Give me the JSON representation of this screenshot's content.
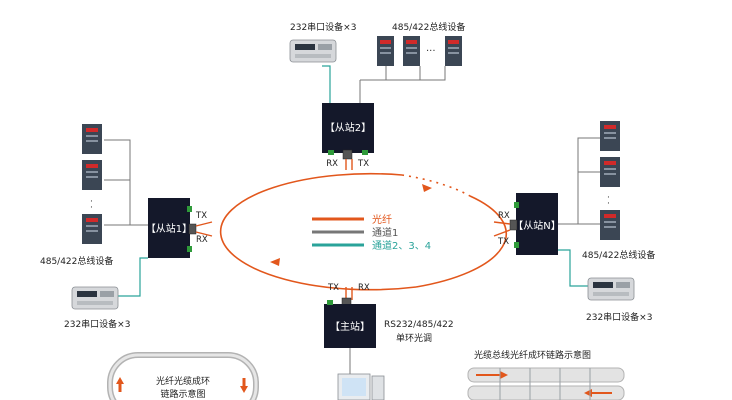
{
  "stations": {
    "slave2": "【从站2】",
    "slave1": "【从站1】",
    "slaveN": "【从站N】",
    "master": "【主站】"
  },
  "ports": {
    "rx": "RX",
    "tx": "TX"
  },
  "devices": {
    "top_rs232": "232串口设备×3",
    "top_rs485": "485/422总线设备",
    "left_rs485": "485/422总线设备",
    "left_rs232": "232串口设备×3",
    "right_rs485": "485/422总线设备",
    "right_rs232": "232串口设备×3"
  },
  "master_info": {
    "line1": "RS232/485/422",
    "line2": "单环光调"
  },
  "legend": {
    "fiber": "光纤",
    "channel1": "通道1",
    "channels234": "通道2、3、4"
  },
  "insets": {
    "left_line1": "光纤光缆成环",
    "left_line2": "链路示意图",
    "right_title": "光缆总线光纤成环链路示意图"
  },
  "colors": {
    "fiber": "#e2571c",
    "channel1": "#777777",
    "channels234": "#2aa39a",
    "box": "#14182a",
    "panel": "#3b4654",
    "led": "#d12a2a"
  }
}
